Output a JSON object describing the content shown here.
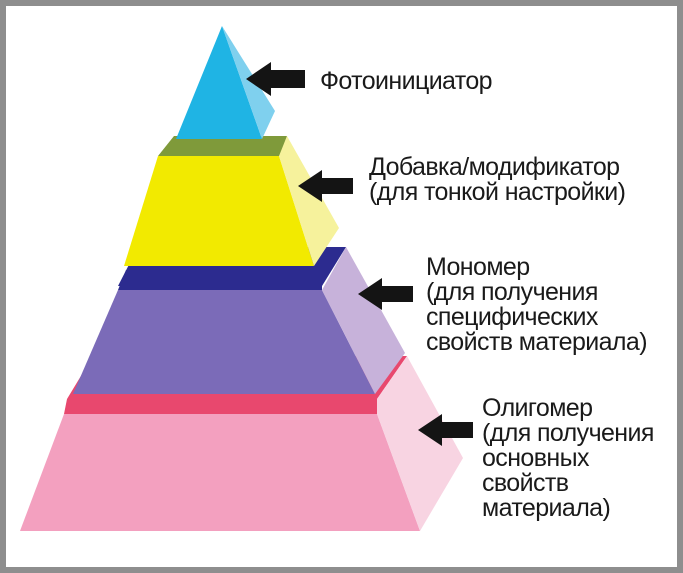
{
  "layers": [
    {
      "id": "photoinitiator",
      "lines": [
        "Фотоинициатор"
      ],
      "colors": {
        "front": "#1fb4e4",
        "side": "#7fd0ee"
      }
    },
    {
      "id": "additive",
      "lines": [
        "Добавка/модификатор",
        "(для тонкой настройки)"
      ],
      "colors": {
        "front": "#f2ea00",
        "side": "#f6f29c",
        "top": "#7f9a3a"
      }
    },
    {
      "id": "monomer",
      "lines": [
        "Мономер",
        "(для получения",
        "специфических",
        "свойств материала)"
      ],
      "colors": {
        "front": "#7b6bb8",
        "side": "#c7b2da",
        "top": "#2c2b8f"
      }
    },
    {
      "id": "oligomer",
      "lines": [
        "Олигомер",
        "(для получения",
        "основных",
        "свойств",
        "материала)"
      ],
      "colors": {
        "front": "#f3a0bf",
        "side": "#f8d4e2",
        "top": "#e8486e"
      }
    }
  ],
  "colors": {
    "arrow": "#141414",
    "frame": "#8e8e8e"
  }
}
